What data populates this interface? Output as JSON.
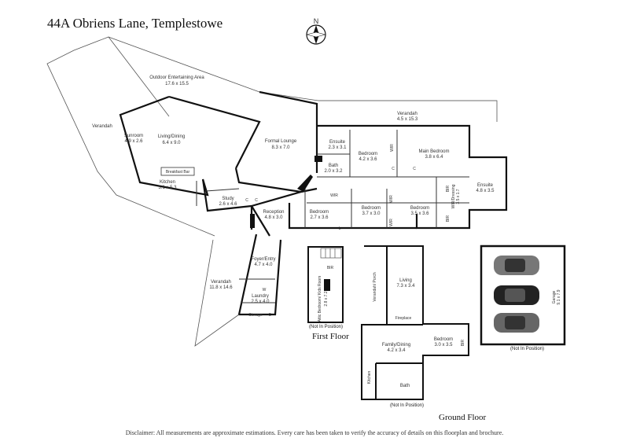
{
  "title": "44A Obriens Lane, Templestowe",
  "compass": "N",
  "disclaimer": "Disclaimer: All measurements are approximate estimations. Every care has been taken to verify the accuracy of details on this floorplan and brochure.",
  "labels": {
    "first_floor": "First Floor",
    "ground_floor": "Ground Floor",
    "not_in_position_1": "(Not In Position)",
    "not_in_position_2": "(Not In Position)",
    "not_in_position_3": "(Not In Position)"
  },
  "rooms": {
    "outdoor": {
      "name": "Outdoor Entertaining Area",
      "dim": "17.6 x 15.5"
    },
    "verandah_left": {
      "name": "Verandah"
    },
    "sunroom": {
      "name": "Sunroom",
      "dim": "4.9 x 2.6"
    },
    "living_dining": {
      "name": "Living/Dining",
      "dim": "6.4 x 9.0"
    },
    "kitchen": {
      "name": "Kitchen",
      "dim": "3.1 x 5.3"
    },
    "breakfast_bar": {
      "name": "Breakfast Bar"
    },
    "formal_lounge": {
      "name": "Formal Lounge",
      "dim": "8.3 x 7.0"
    },
    "verandah_top": {
      "name": "Verandah",
      "dim": "4.5 x 15.3"
    },
    "ensuite1": {
      "name": "Ensuite",
      "dim": "2.3 x 3.1"
    },
    "bedroom1": {
      "name": "Bedroom",
      "dim": "4.2 x 3.6"
    },
    "main_bedroom": {
      "name": "Main Bedroom",
      "dim": "3.8 x 6.4"
    },
    "bath1": {
      "name": "Bath",
      "dim": "2.0 x 3.2"
    },
    "ensuite2": {
      "name": "Ensuite",
      "dim": "4.8 x 3.5"
    },
    "study": {
      "name": "Study",
      "dim": "2.6 x 4.6"
    },
    "reception": {
      "name": "Reception",
      "dim": "4.8 x 3.0"
    },
    "bedroom2": {
      "name": "Bedroom",
      "dim": "2.7 x 3.6"
    },
    "bedroom3": {
      "name": "Bedroom",
      "dim": "3.7 x 3.0"
    },
    "bedroom4": {
      "name": "Bedroom",
      "dim": "3.5 x 3.6"
    },
    "wir_dressing": {
      "name": "WIR/Dressing",
      "dim": "3.5 x 1.7"
    },
    "foyer": {
      "name": "Foyer/Entry",
      "dim": "4.7 x 4.0"
    },
    "laundry": {
      "name": "Laundry",
      "dim": "2.5 x 4.0"
    },
    "storage": {
      "name": "Storage"
    },
    "verandah_bottom": {
      "name": "Verandah",
      "dim": "11.8 x 14.6"
    },
    "attic": {
      "name": "Attic Bedroom/ Kids Room",
      "dim": "2.8 x 7.2"
    },
    "bir": {
      "name": "BIR"
    },
    "verandah_porch": {
      "name": "Verandah/ Porch"
    },
    "living2": {
      "name": "Living",
      "dim": "7.3 x 3.4"
    },
    "family_dining": {
      "name": "Family/Dining",
      "dim": "4.2 x 3.4"
    },
    "bedroom5": {
      "name": "Bedroom",
      "dim": "3.0 x 3.5"
    },
    "kitchen2": {
      "name": "Kitchen"
    },
    "bath2": {
      "name": "Bath"
    },
    "garage": {
      "name": "Garage",
      "dim": "9.1 x 7.9"
    },
    "fireplace": {
      "name": "Fireplace"
    }
  },
  "tags": {
    "wir": "WIR",
    "c": "C",
    "bir": "BIR",
    "w": "W",
    "l": "L"
  }
}
